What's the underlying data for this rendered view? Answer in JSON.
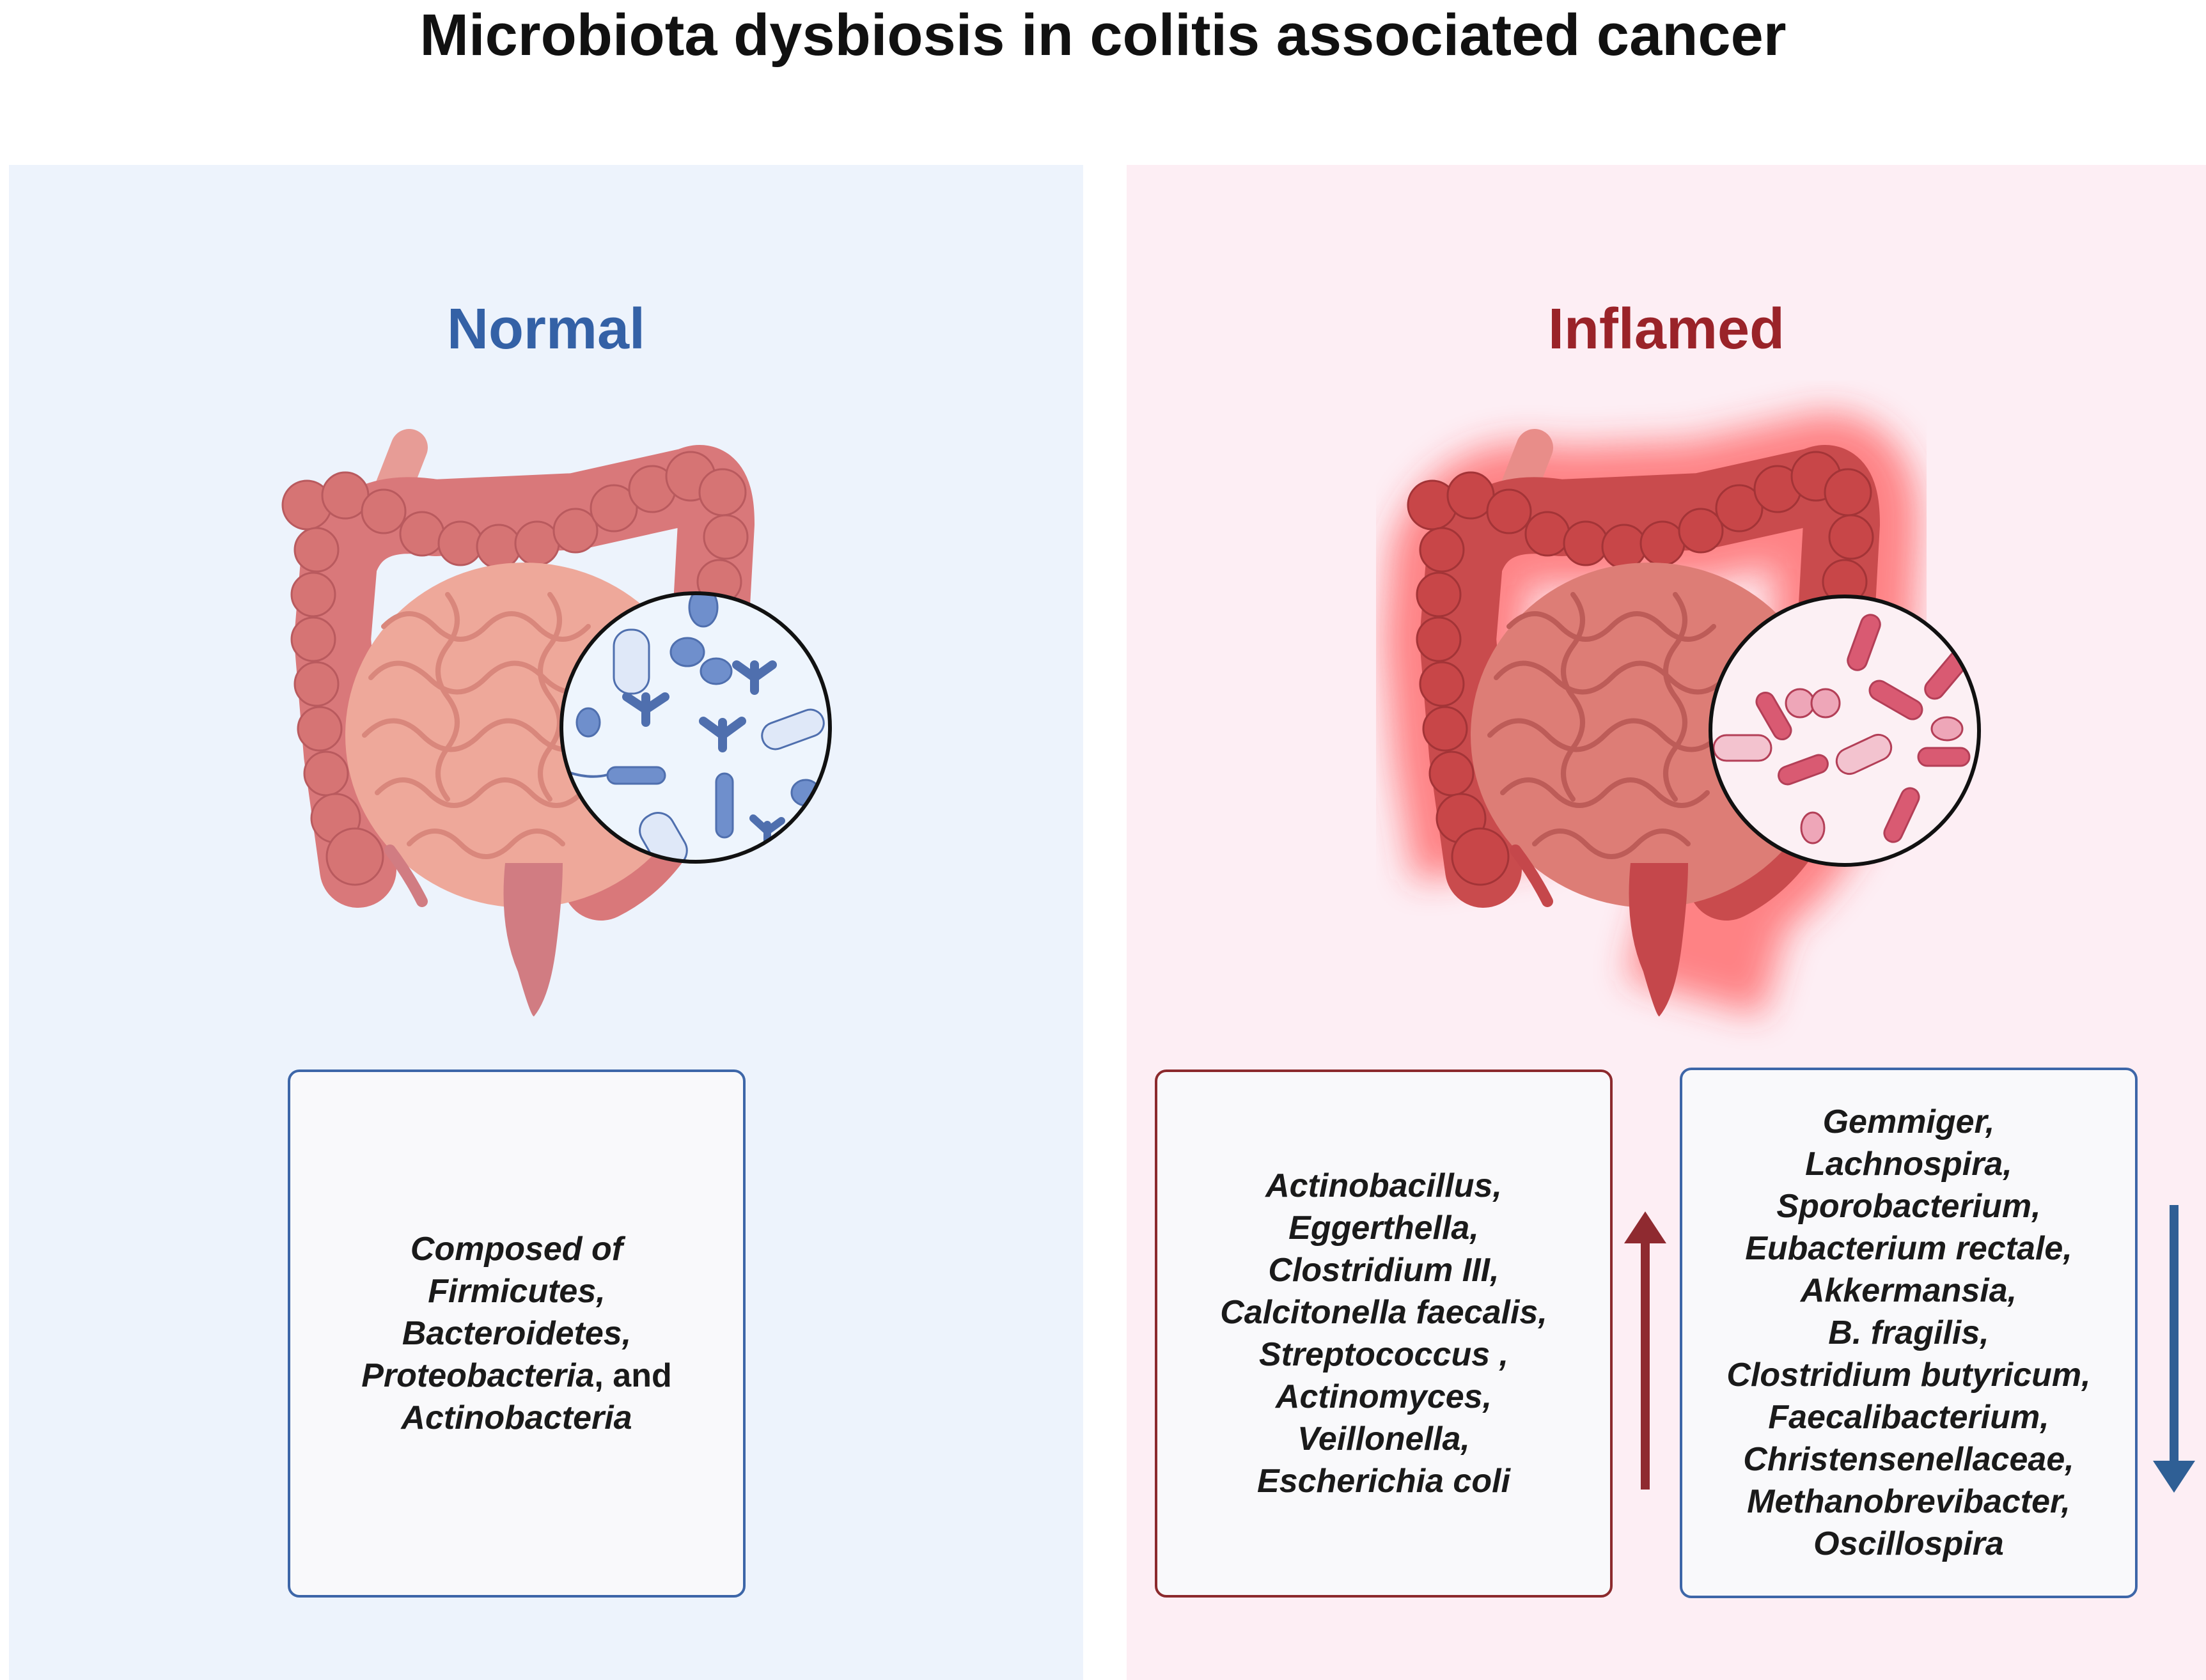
{
  "title": "Microbiota  dysbiosis in colitis associated cancer",
  "normal": {
    "heading": "Normal",
    "lines": [
      "Composed of",
      "Firmicutes,",
      "Bacteroidetes,",
      "Proteobacteria",
      "and",
      "Actinobacteria"
    ]
  },
  "inflamed": {
    "heading": "Inflamed",
    "increased": [
      "Actinobacillus,",
      "Eggerthella,",
      "Clostridium III,",
      "Calcitonella faecalis,",
      "Streptococcus ,",
      "Actinomyces,",
      "Veillonella,",
      "Escherichia coli"
    ],
    "decreased": [
      "Gemmiger,",
      "Lachnospira,",
      "Sporobacterium,",
      "Eubacterium rectale,",
      "Akkermansia,",
      "B. fragilis,",
      "Clostridium butyricum,",
      "Faecalibacterium,",
      "Christensenellaceae,",
      "Methanobrevibacter,",
      "Oscillospira"
    ]
  },
  "colors": {
    "normal_accent": "#3461a6",
    "inflamed_accent": "#9a2329",
    "normal_bg": "#edf3fc",
    "inflamed_bg": "#fdeef4"
  },
  "icons": [
    "intestine-icon",
    "inflamed-intestine-icon",
    "magnifier-bacteria-icon",
    "arrow-up-icon",
    "arrow-down-icon"
  ]
}
